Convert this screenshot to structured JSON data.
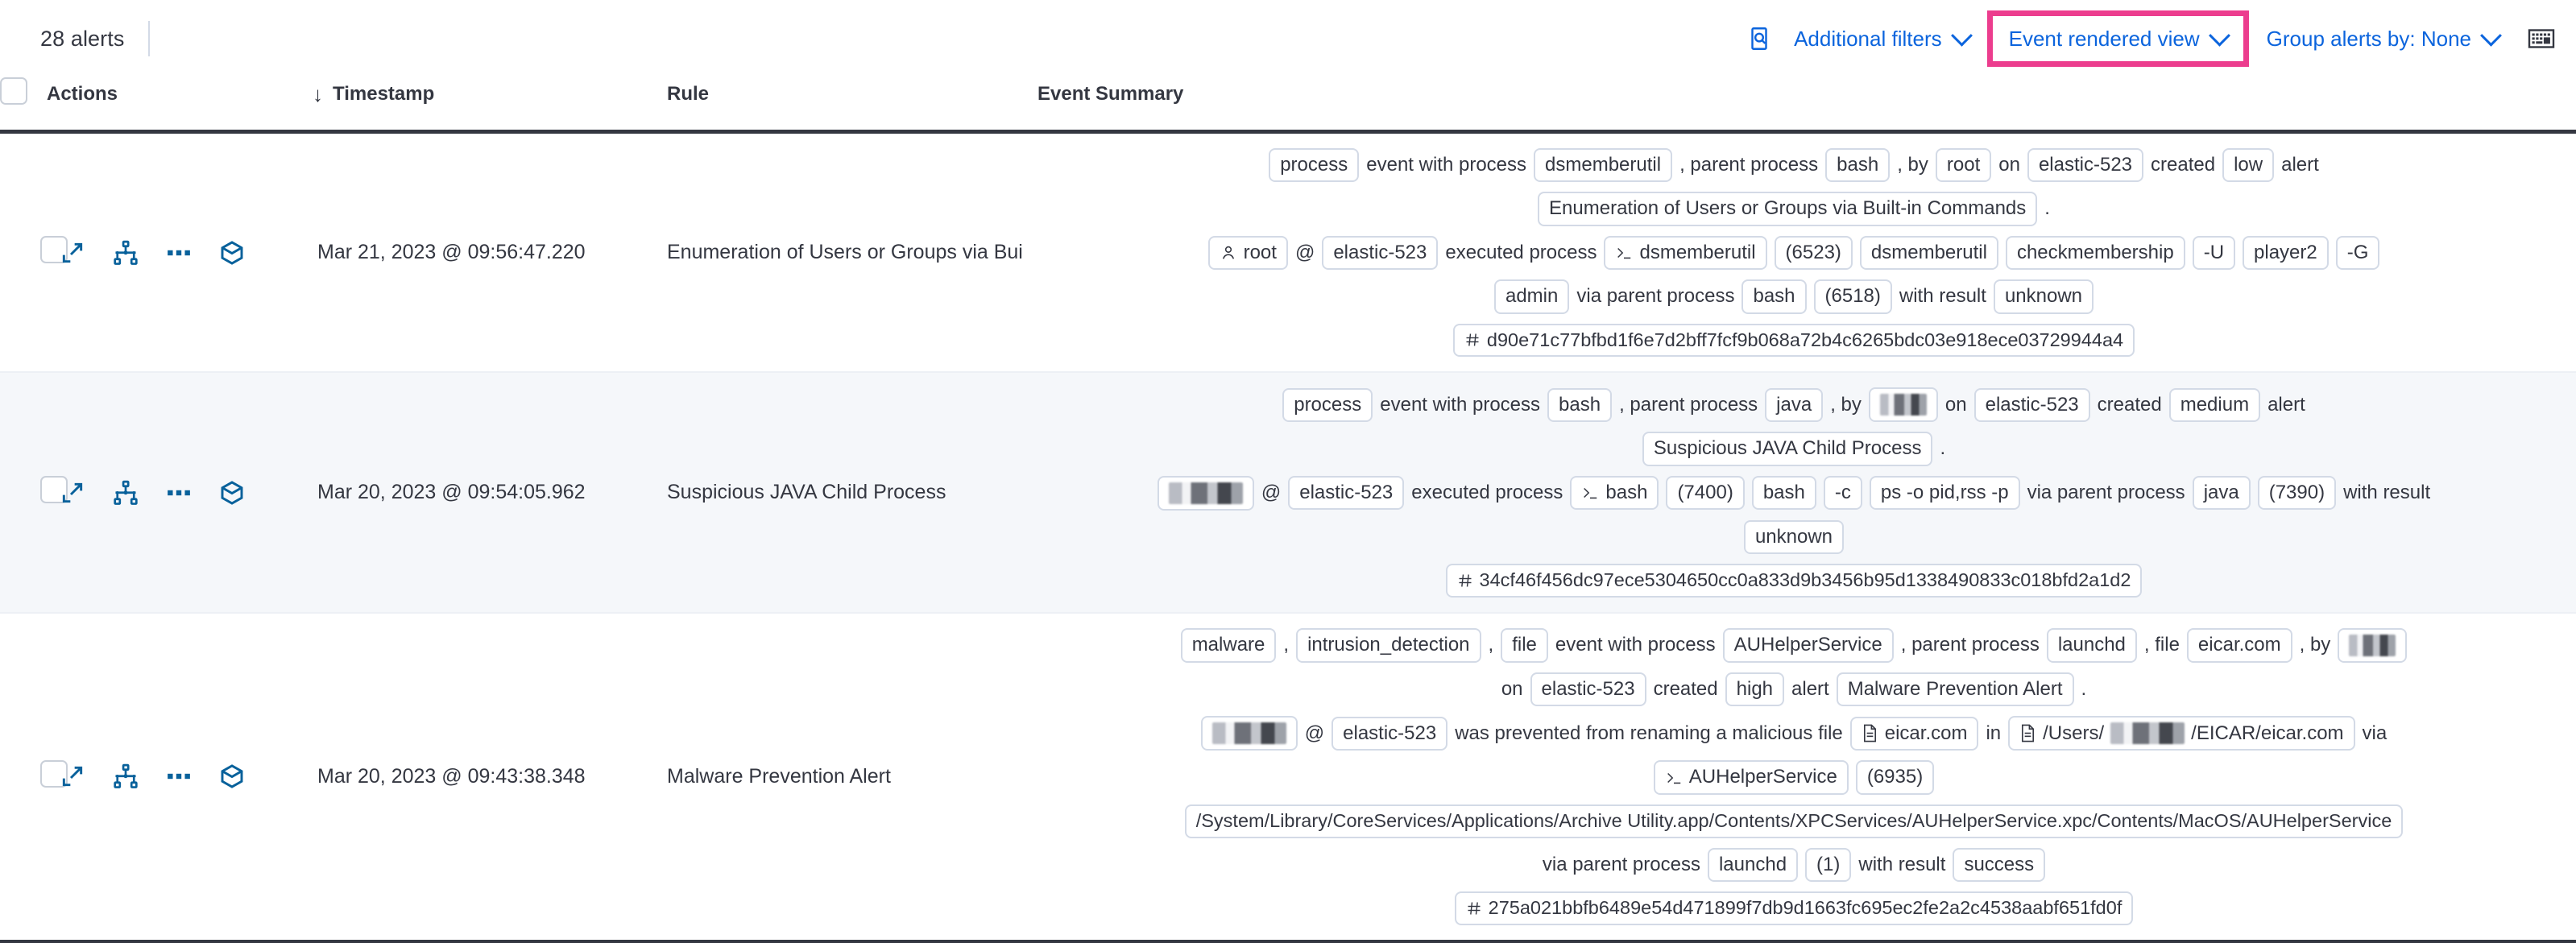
{
  "toolbar": {
    "alerts_count": "28 alerts",
    "inspect_icon": "inspect-search-icon",
    "additional_filters_label": "Additional filters",
    "event_rendered_view_label": "Event rendered view",
    "group_alerts_label": "Group alerts by: None",
    "keyboard_icon": "keyboard-icon",
    "highlight_color": "#EC3D8E",
    "link_color": "#0B64DD"
  },
  "table": {
    "columns": {
      "checkbox": "",
      "actions": "Actions",
      "timestamp": "Timestamp",
      "timestamp_sort": "↓",
      "rule": "Rule",
      "event_summary": "Event Summary"
    },
    "row_actions": [
      "expand-icon",
      "analyzer-icon",
      "more-actions-icon",
      "session-view-icon"
    ],
    "rows": [
      {
        "timestamp": "Mar 21, 2023 @ 09:56:47.220",
        "rule": "Enumeration of Users or Groups via Bui",
        "striped": false,
        "summary": [
          [
            {
              "t": "chip",
              "v": "process"
            },
            {
              "t": "txt",
              "v": "event with process"
            },
            {
              "t": "chip",
              "v": "dsmemberutil"
            },
            {
              "t": "txt",
              "v": ", parent process"
            },
            {
              "t": "chip",
              "v": "bash"
            },
            {
              "t": "txt",
              "v": ", by"
            },
            {
              "t": "chip",
              "v": "root"
            },
            {
              "t": "txt",
              "v": "on"
            },
            {
              "t": "chip",
              "v": "elastic-523"
            },
            {
              "t": "txt",
              "v": "created"
            },
            {
              "t": "chip",
              "v": "low"
            },
            {
              "t": "txt",
              "v": "alert"
            }
          ],
          [
            {
              "t": "chip",
              "v": "Enumeration of Users or Groups via Built-in Commands"
            },
            {
              "t": "txt",
              "v": "."
            }
          ],
          [
            {
              "t": "chip",
              "v": "root",
              "icon": "user-icon"
            },
            {
              "t": "txt",
              "v": "@"
            },
            {
              "t": "chip",
              "v": "elastic-523"
            },
            {
              "t": "txt",
              "v": "executed process"
            },
            {
              "t": "chip",
              "v": "dsmemberutil",
              "icon": "console-icon"
            },
            {
              "t": "chip",
              "v": "(6523)"
            },
            {
              "t": "chip",
              "v": "dsmemberutil"
            },
            {
              "t": "chip",
              "v": "checkmembership"
            },
            {
              "t": "chip",
              "v": "-U"
            },
            {
              "t": "chip",
              "v": "player2"
            },
            {
              "t": "chip",
              "v": "-G"
            }
          ],
          [
            {
              "t": "chip",
              "v": "admin"
            },
            {
              "t": "txt",
              "v": "via parent process"
            },
            {
              "t": "chip",
              "v": "bash"
            },
            {
              "t": "chip",
              "v": "(6518)"
            },
            {
              "t": "txt",
              "v": "with result"
            },
            {
              "t": "chip",
              "v": "unknown"
            }
          ],
          [
            {
              "t": "chip",
              "v": "d90e71c77bfbd1f6e7d2bff7fcf9b068a72b4c6265bdc03e918ece03729944a4",
              "icon": "hash-icon"
            }
          ]
        ]
      },
      {
        "timestamp": "Mar 20, 2023 @ 09:54:05.962",
        "rule": "Suspicious JAVA Child Process",
        "striped": true,
        "summary": [
          [
            {
              "t": "chip",
              "v": "process"
            },
            {
              "t": "txt",
              "v": "event with process"
            },
            {
              "t": "chip",
              "v": "bash"
            },
            {
              "t": "txt",
              "v": ", parent process"
            },
            {
              "t": "chip",
              "v": "java"
            },
            {
              "t": "txt",
              "v": ", by"
            },
            {
              "t": "chip",
              "v": "",
              "redact": "w2"
            },
            {
              "t": "txt",
              "v": "on"
            },
            {
              "t": "chip",
              "v": "elastic-523"
            },
            {
              "t": "txt",
              "v": "created"
            },
            {
              "t": "chip",
              "v": "medium"
            },
            {
              "t": "txt",
              "v": "alert"
            }
          ],
          [
            {
              "t": "chip",
              "v": "Suspicious JAVA Child Process"
            },
            {
              "t": "txt",
              "v": "."
            }
          ],
          [
            {
              "t": "chip",
              "v": "",
              "redact": "w3"
            },
            {
              "t": "txt",
              "v": "@"
            },
            {
              "t": "chip",
              "v": "elastic-523"
            },
            {
              "t": "txt",
              "v": "executed process"
            },
            {
              "t": "chip",
              "v": "bash",
              "icon": "console-icon"
            },
            {
              "t": "chip",
              "v": "(7400)"
            },
            {
              "t": "chip",
              "v": "bash"
            },
            {
              "t": "chip",
              "v": "-c"
            },
            {
              "t": "chip",
              "v": "ps -o pid,rss -p"
            },
            {
              "t": "txt",
              "v": "via parent process"
            },
            {
              "t": "chip",
              "v": "java"
            },
            {
              "t": "chip",
              "v": "(7390)"
            },
            {
              "t": "txt",
              "v": "with result"
            }
          ],
          [
            {
              "t": "chip",
              "v": "unknown"
            }
          ],
          [
            {
              "t": "chip",
              "v": "34cf46f456dc97ece5304650cc0a833d9b3456b95d1338490833c018bfd2a1d2",
              "icon": "hash-icon"
            }
          ]
        ]
      },
      {
        "timestamp": "Mar 20, 2023 @ 09:43:38.348",
        "rule": "Malware Prevention Alert",
        "striped": false,
        "summary": [
          [
            {
              "t": "chip",
              "v": "malware"
            },
            {
              "t": "txt",
              "v": ","
            },
            {
              "t": "chip",
              "v": "intrusion_detection"
            },
            {
              "t": "txt",
              "v": ","
            },
            {
              "t": "chip",
              "v": "file"
            },
            {
              "t": "txt",
              "v": "event with process"
            },
            {
              "t": "chip",
              "v": "AUHelperService"
            },
            {
              "t": "txt",
              "v": ", parent process"
            },
            {
              "t": "chip",
              "v": "launchd"
            },
            {
              "t": "txt",
              "v": ", file"
            },
            {
              "t": "chip",
              "v": "eicar.com"
            },
            {
              "t": "txt",
              "v": ", by"
            },
            {
              "t": "chip",
              "v": "",
              "redact": "w2"
            }
          ],
          [
            {
              "t": "txt",
              "v": "on"
            },
            {
              "t": "chip",
              "v": "elastic-523"
            },
            {
              "t": "txt",
              "v": "created"
            },
            {
              "t": "chip",
              "v": "high"
            },
            {
              "t": "txt",
              "v": "alert"
            },
            {
              "t": "chip",
              "v": "Malware Prevention Alert"
            },
            {
              "t": "txt",
              "v": "."
            }
          ],
          [
            {
              "t": "chip",
              "v": "",
              "redact": "w3"
            },
            {
              "t": "txt",
              "v": "@"
            },
            {
              "t": "chip",
              "v": "elastic-523"
            },
            {
              "t": "txt",
              "v": "was prevented from renaming a malicious file"
            },
            {
              "t": "chip",
              "v": "eicar.com",
              "icon": "file-icon"
            },
            {
              "t": "txt",
              "v": "in"
            },
            {
              "t": "chip",
              "v": "/Users/",
              "suffix": "/EICAR/eicar.com",
              "icon": "file-icon",
              "redact": "w3"
            },
            {
              "t": "txt",
              "v": "via"
            }
          ],
          [
            {
              "t": "chip",
              "v": "AUHelperService",
              "icon": "console-icon"
            },
            {
              "t": "chip",
              "v": "(6935)"
            }
          ],
          [
            {
              "t": "chip",
              "v": "/System/Library/CoreServices/Applications/Archive Utility.app/Contents/XPCServices/AUHelperService.xpc/Contents/MacOS/AUHelperService"
            }
          ],
          [
            {
              "t": "txt",
              "v": "via parent process"
            },
            {
              "t": "chip",
              "v": "launchd"
            },
            {
              "t": "chip",
              "v": "(1)"
            },
            {
              "t": "txt",
              "v": "with result"
            },
            {
              "t": "chip",
              "v": "success"
            }
          ],
          [
            {
              "t": "chip",
              "v": "275a021bbfb6489e54d471899f7db9d1663fc695ec2fe2a2c4538aabf651fd0f",
              "icon": "hash-icon"
            }
          ]
        ]
      }
    ]
  }
}
